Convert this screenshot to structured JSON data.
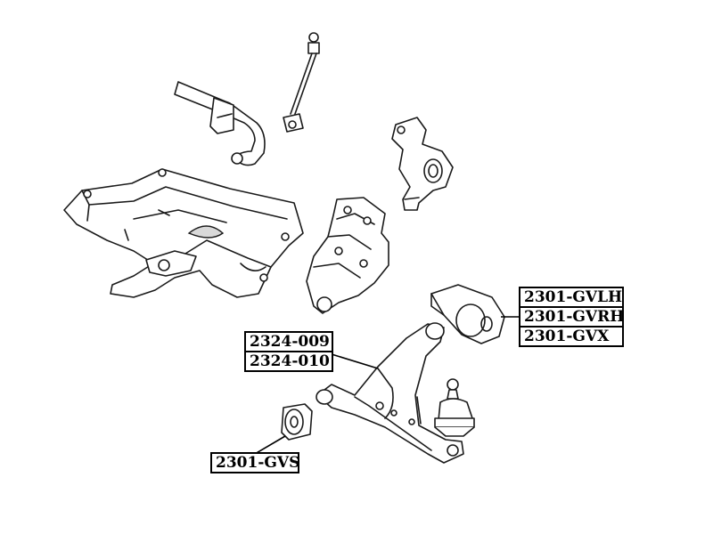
{
  "labels": {
    "bushing_rear": [
      "2301-GVLH",
      "2301-GVRH",
      "2301-GVX"
    ],
    "control_arm": [
      "2324-009",
      "2324-010"
    ],
    "bushing_front": [
      "2301-GVS"
    ]
  }
}
